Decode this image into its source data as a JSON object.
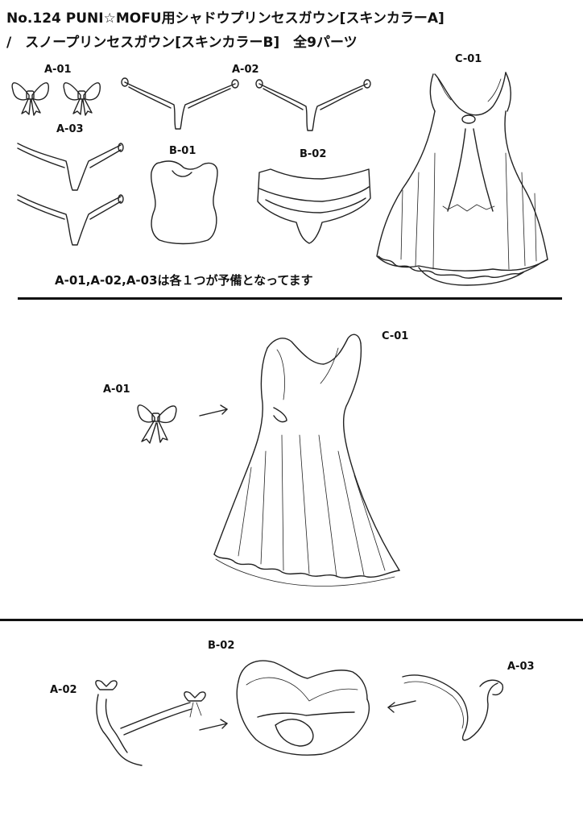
{
  "header": {
    "title_line1": "No.124 PUNI☆MOFU用シャドウプリンセスガウン[スキンカラーA]",
    "title_line2": "/　スノープリンセスガウン[スキンカラーB]　全9パーツ"
  },
  "parts_sheet": {
    "labels": {
      "a01": "A-01",
      "a02": "A-02",
      "a03": "A-03",
      "b01": "B-01",
      "b02": "B-02",
      "c01": "C-01"
    },
    "spare_note": "A-01,A-02,A-03は各１つが予備となってます"
  },
  "step1": {
    "label_a01": "A-01",
    "label_c01": "C-01"
  },
  "step2": {
    "label_a02": "A-02",
    "label_b02": "B-02",
    "label_a03": "A-03"
  }
}
